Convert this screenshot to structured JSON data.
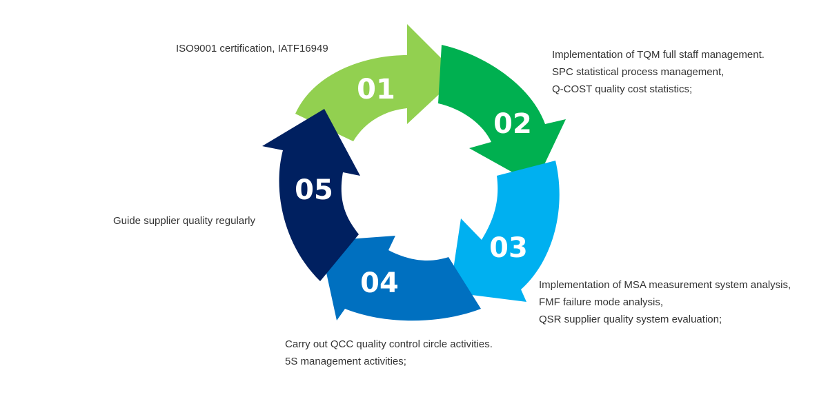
{
  "steps": [
    {
      "number": "01",
      "color": "#92d050",
      "lines": [
        "ISO9001 certification, IATF16949"
      ]
    },
    {
      "number": "02",
      "color": "#00b050",
      "lines": [
        "Implementation of TQM full staff management.",
        "SPC statistical process management,",
        "Q-COST quality cost statistics;"
      ]
    },
    {
      "number": "03",
      "color": "#00b0f0",
      "lines": [
        "Implementation of MSA measurement system analysis,",
        "FMF failure mode analysis,",
        "QSR supplier quality system evaluation;"
      ]
    },
    {
      "number": "04",
      "color": "#0070c0",
      "lines": [
        "Carry out QCC quality control circle activities.",
        "5S management activities;"
      ]
    },
    {
      "number": "05",
      "color": "#002060",
      "lines": [
        "Guide supplier quality regularly"
      ]
    }
  ]
}
